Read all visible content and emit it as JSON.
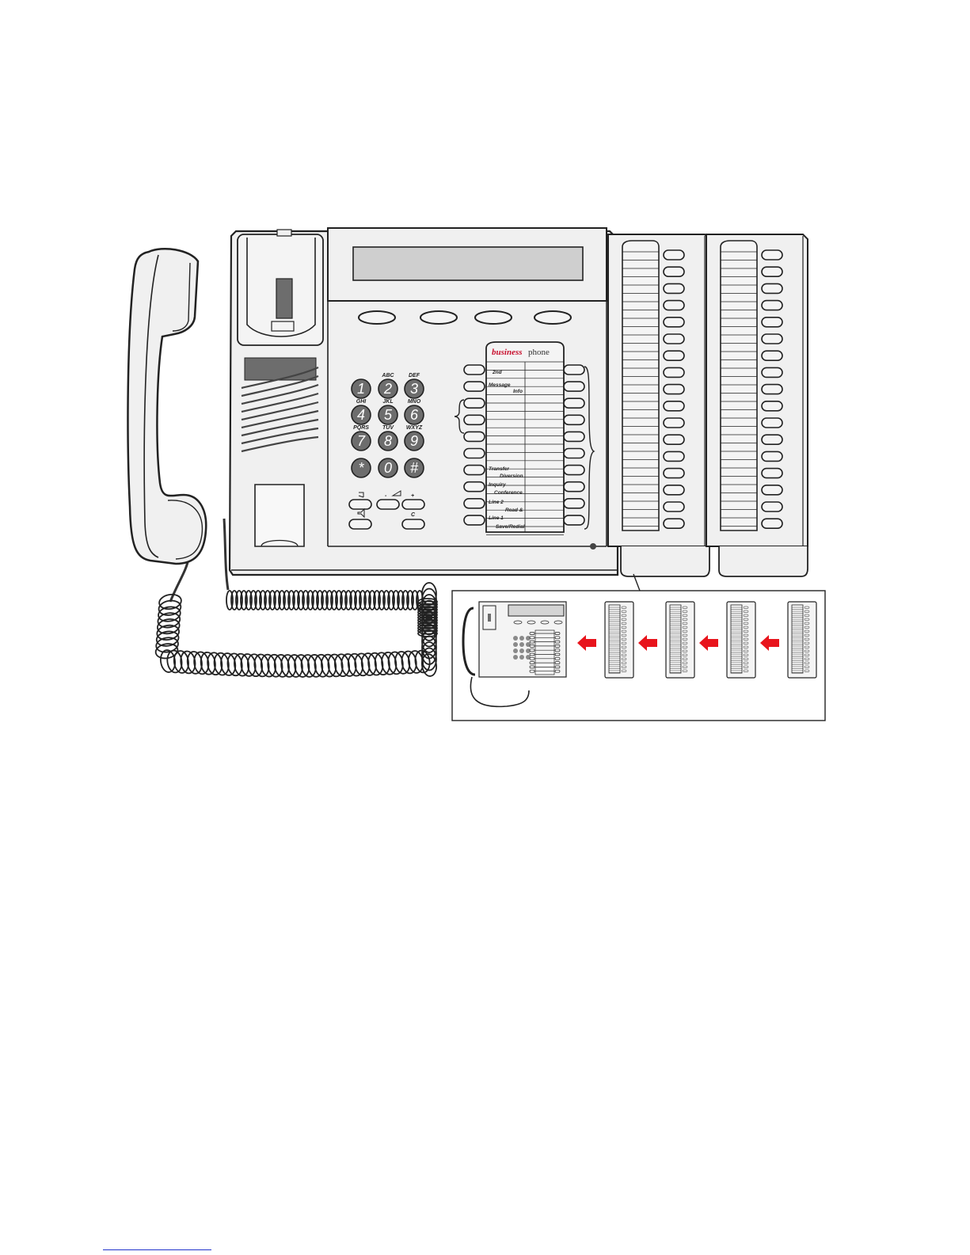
{
  "brand": {
    "prefix": "business",
    "suffix": "phone",
    "prefix_color": "#c8102e"
  },
  "keypad": [
    {
      "digit": "1",
      "letters": ""
    },
    {
      "digit": "2",
      "letters": "ABC"
    },
    {
      "digit": "3",
      "letters": "DEF"
    },
    {
      "digit": "4",
      "letters": "GHI"
    },
    {
      "digit": "5",
      "letters": "JKL"
    },
    {
      "digit": "6",
      "letters": "MNO"
    },
    {
      "digit": "7",
      "letters": "PQRS"
    },
    {
      "digit": "8",
      "letters": "TUV"
    },
    {
      "digit": "9",
      "letters": "WXYZ"
    },
    {
      "digit": "*",
      "letters": ""
    },
    {
      "digit": "0",
      "letters": ""
    },
    {
      "digit": "#",
      "letters": ""
    }
  ],
  "function_labels": {
    "2nd": "2nd",
    "message": "Message",
    "info": "Info",
    "transfer": "Transfer",
    "diversion": "Diversion",
    "inquiry": "Inquiry",
    "conference": "Conference",
    "line2": "Line 2",
    "read": "Read &",
    "line1": "Line 1",
    "save_redial": "Save/Redial"
  },
  "volume": {
    "minus": "-",
    "plus": "+",
    "clear": "C"
  },
  "colors": {
    "arrow": "#e8141c",
    "body_fill": "#f0f0f0",
    "digit_key": "#6d6d6d"
  },
  "expansion_modules": {
    "installed": 2,
    "max_in_inset": 4
  }
}
